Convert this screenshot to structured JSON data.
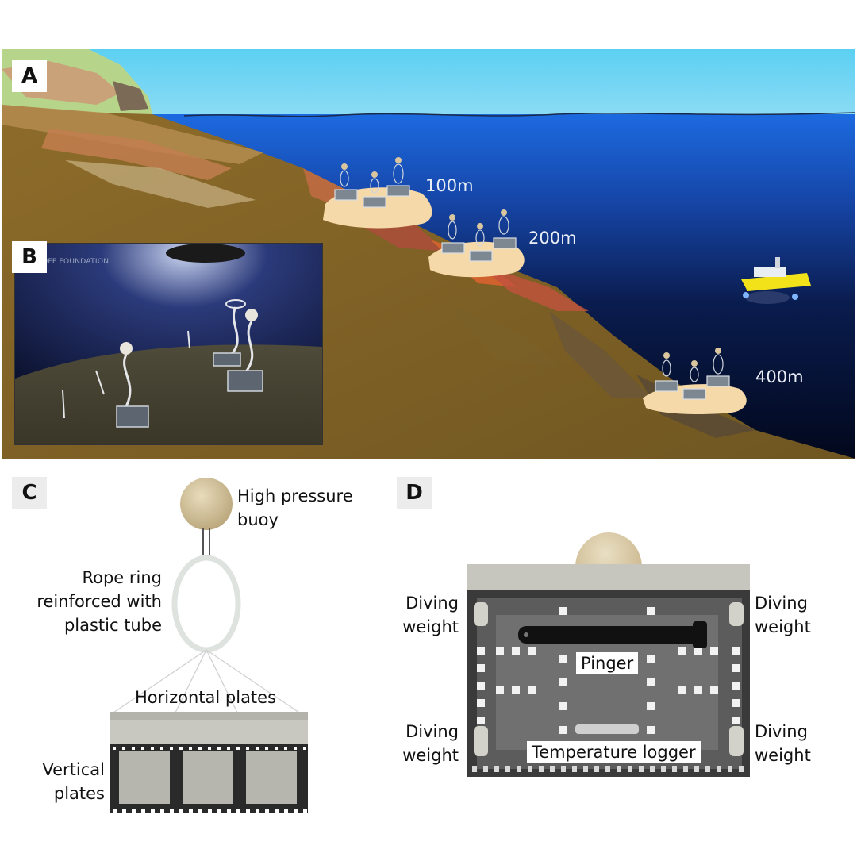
{
  "panels": {
    "a": {
      "letter": "A"
    },
    "b": {
      "letter": "B",
      "watermark": "OFF FOUNDATION"
    },
    "c": {
      "letter": "C"
    },
    "d": {
      "letter": "D"
    }
  },
  "depths": [
    "100m",
    "200m",
    "400m"
  ],
  "labels_c": {
    "buoy_line1": "High pressure",
    "buoy_line2": "buoy",
    "ring_line1": "Rope ring",
    "ring_line2": "reinforced with",
    "ring_line3": "plastic tube",
    "horizontal": "Horizontal plates",
    "vertical_line1": "Vertical",
    "vertical_line2": "plates"
  },
  "labels_d": {
    "diving_word": "Diving",
    "weight_word": "weight",
    "pinger": "Pinger",
    "temperature_logger": "Temperature logger"
  },
  "colors": {
    "sky": "#59c8ef",
    "sea_top": "#1f64d8",
    "sea_deep": "#030b22",
    "seabed": "#8a6a2c",
    "sand": "#f6d9a8",
    "buoy": "#d9c69e",
    "vessel": "#f2e21a"
  }
}
